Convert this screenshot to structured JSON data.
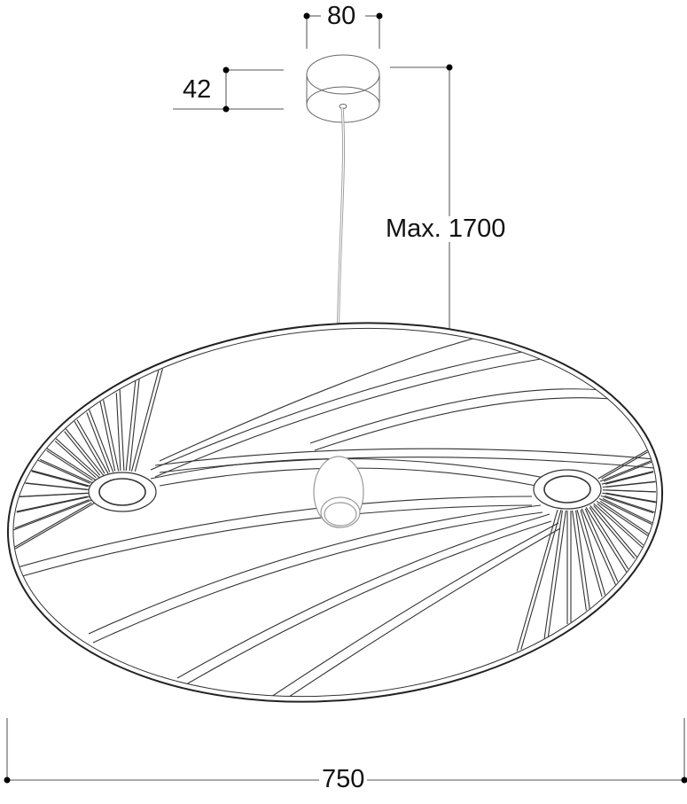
{
  "title": "Pendant lamp dimension drawing",
  "dimensions": {
    "canopy_width": "80",
    "canopy_height": "42",
    "cable_length": "Max. 1700",
    "shade_diameter": "750"
  },
  "colors": {
    "line": "#222222",
    "dim_line": "#777777",
    "light_line": "#aaaaaa"
  }
}
